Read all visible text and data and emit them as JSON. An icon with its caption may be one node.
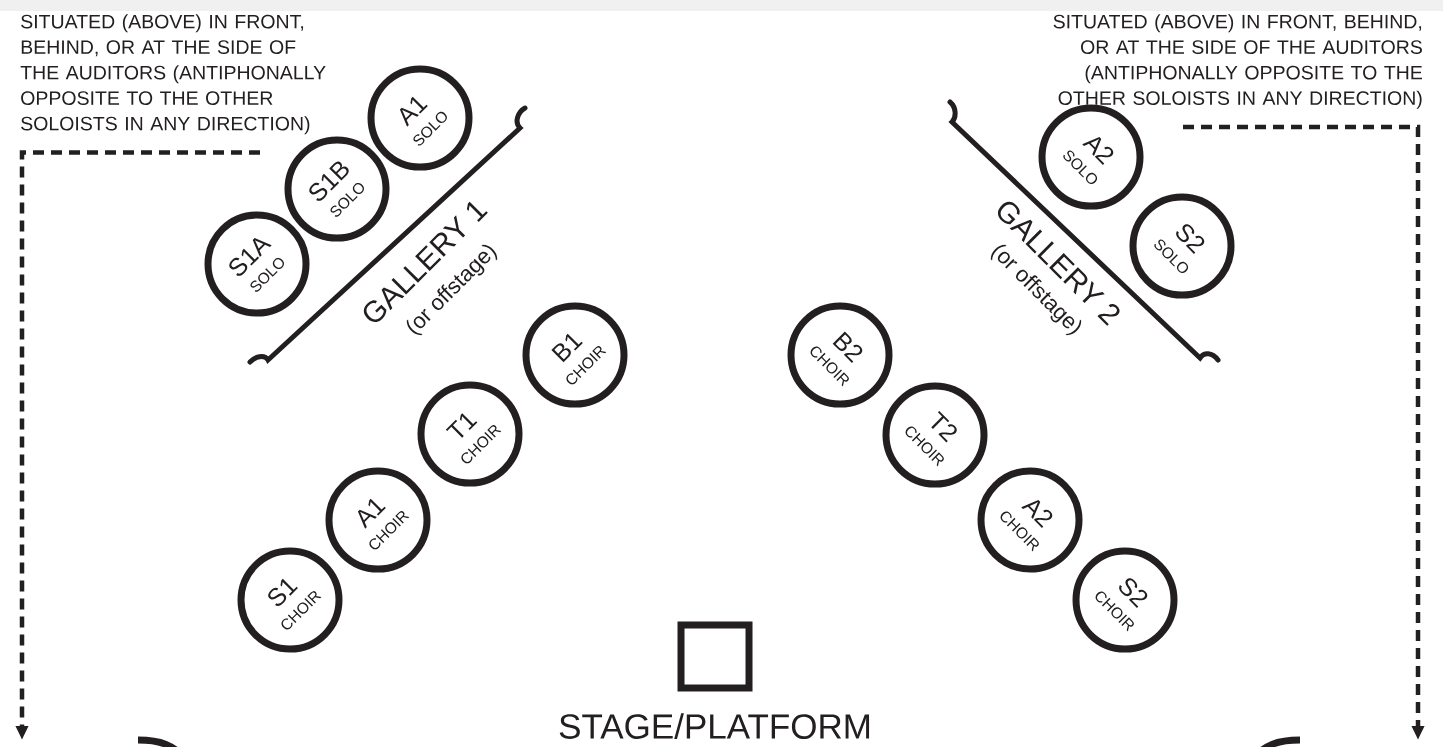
{
  "diagram": {
    "nodes": [
      {
        "text": [
          "SITUATED (ABOVE) IN FRONT, BEHIND, OR AT THE SIDE OF THE AUDITORS (ANTIPHONALLY OPPOSITE TO THE OTHER SOLOISTS IN ANY DIRECTION)"
        ]
      },
      {
        "text": [
          "SITUATED (ABOVE) IN FRONT, BEHIND, OR AT THE SIDE OF THE AUDITORS (ANTIPHONALLY OPPOSITE TO THE OTHER SOLOISTS IN ANY DIRECTION)"
        ]
      },
      {
        "text": [
          "S1A",
          "SOLO"
        ]
      },
      {
        "text": [
          "S1B",
          "SOLO"
        ]
      },
      {
        "text": [
          "A1",
          "SOLO"
        ]
      },
      {
        "text": [
          "A2",
          "SOLO"
        ]
      },
      {
        "text": [
          "S2",
          "SOLO"
        ]
      },
      {
        "text": [
          "S1",
          "CHOIR"
        ]
      },
      {
        "text": [
          "A1",
          "CHOIR"
        ]
      },
      {
        "text": [
          "T1",
          "CHOIR"
        ]
      },
      {
        "text": [
          "B1",
          "CHOIR"
        ]
      },
      {
        "text": [
          "B2",
          "CHOIR"
        ]
      },
      {
        "text": [
          "T2",
          "CHOIR"
        ]
      },
      {
        "text": [
          "A2",
          "CHOIR"
        ]
      },
      {
        "text": [
          "S2",
          "CHOIR"
        ]
      },
      {
        "text": [
          "STAGE/PLATFORM"
        ]
      }
    ],
    "edges": [
      {
        "from": 0,
        "to": null,
        "arrow": "to",
        "style": "dashed"
      },
      {
        "from": 1,
        "to": null,
        "arrow": "to",
        "style": "dashed"
      }
    ],
    "labels": [
      "GALLERY 1",
      "(or offstage)",
      "GALLERY 2",
      "(or offstage)"
    ]
  }
}
